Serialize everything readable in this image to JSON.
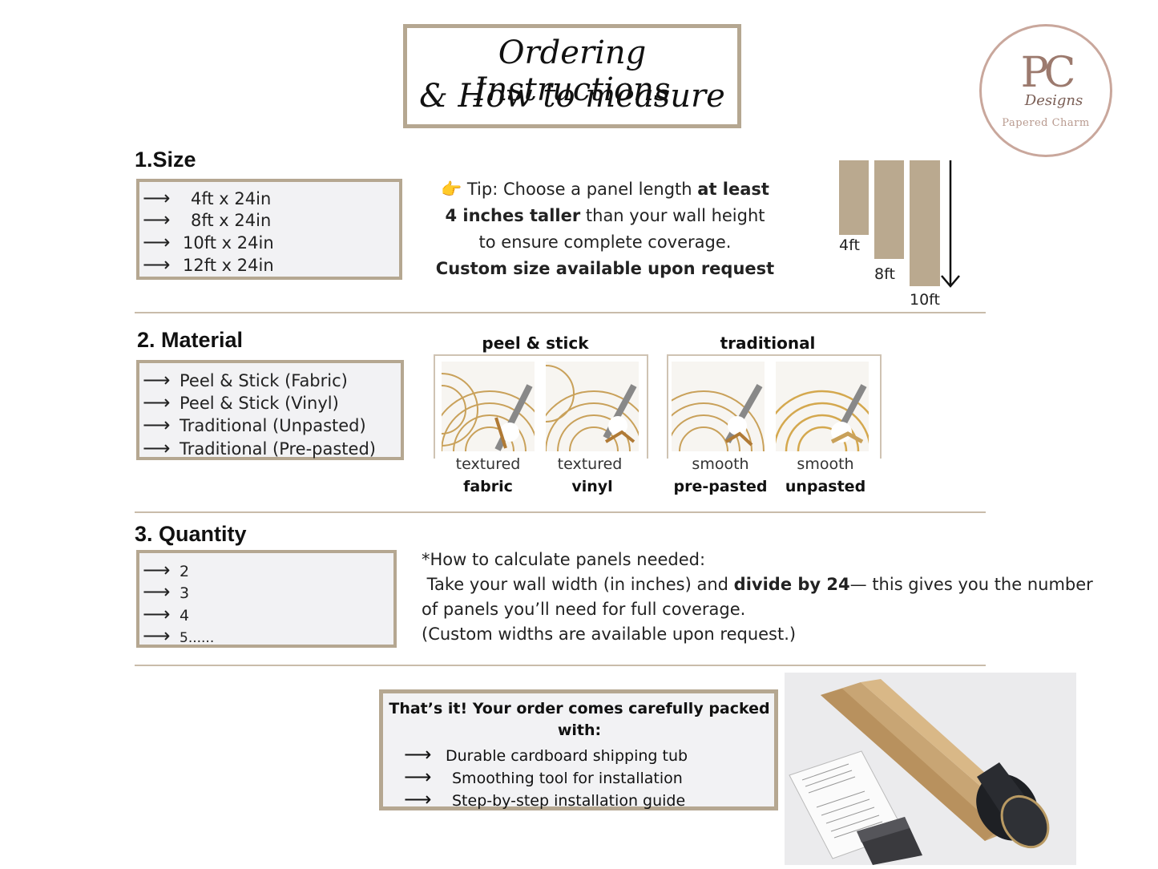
{
  "title": {
    "line1": "Ordering Instructions",
    "line2": "& How to measure"
  },
  "logo": {
    "letters": "PC",
    "script": "Designs",
    "brand": "Papered Charm"
  },
  "size": {
    "heading": "1.Size",
    "options": [
      "4ft x 24in",
      "8ft x 24in",
      "10ft x 24in",
      "12ft x 24in"
    ],
    "tip": {
      "icon": "👉",
      "part1": "Tip: Choose a panel length ",
      "bold1": "at least",
      "bold2": "4 inches taller",
      "part2": " than your wall height",
      "line3": "to ensure complete coverage.",
      "line4": "Custom size available upon request"
    },
    "bars": [
      "4ft",
      "8ft",
      "10ft"
    ],
    "bar_color": "#baa98f"
  },
  "material": {
    "heading": "2. Material",
    "options": [
      "Peel & Stick (Fabric)",
      "Peel & Stick (Vinyl)",
      "Traditional (Unpasted)",
      "Traditional (Pre-pasted)"
    ],
    "groups": [
      "peel & stick",
      "traditional"
    ],
    "swatches": [
      {
        "finish": "textured",
        "type": "fabric"
      },
      {
        "finish": "textured",
        "type": "vinyl"
      },
      {
        "finish": "smooth",
        "type": "pre-pasted"
      },
      {
        "finish": "smooth",
        "type": "unpasted"
      }
    ]
  },
  "quantity": {
    "heading": "3. Quantity",
    "options": [
      "2",
      "3",
      "4",
      "5......"
    ],
    "calc": {
      "line1": "*How to calculate panels needed:",
      "line2a": " Take your wall width (in inches) and ",
      "line2b": "divide by 24",
      "line2c": "— this gives you the number",
      "line3": "of panels you’ll need for full coverage.",
      "line4": "(Custom widths are available upon request.)"
    }
  },
  "package": {
    "heading": "That’s it! Your order comes carefully packed with:",
    "items": [
      "Durable cardboard shipping tub",
      "Smoothing tool for installation",
      "Step-by-step installation guide"
    ]
  },
  "colors": {
    "accent_border": "#b5a791",
    "box_fill": "#f2f2f4",
    "gold": "#c9a15a"
  }
}
